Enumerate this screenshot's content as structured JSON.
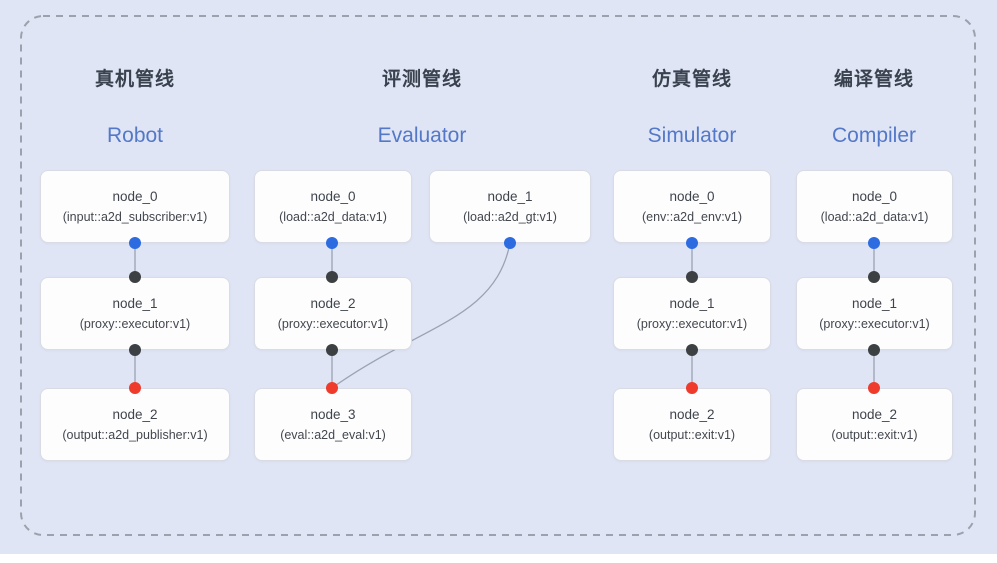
{
  "diagram": {
    "type": "pipeline-dag-diagram",
    "colors": {
      "background": "#dfe5f4",
      "node_background": "#fdfdfe",
      "node_border": "#d9dce5",
      "dashed_border": "#9ba2ad",
      "connector_line": "#9aa3b2",
      "dot_blue": "#2c6be0",
      "dot_black": "#3d4043",
      "dot_red": "#ee3b2c",
      "title_zh_color": "#3a424f",
      "title_en_color": "#5478c8",
      "node_text_color": "#3f444c"
    }
  },
  "pipelines": [
    {
      "id": "robot",
      "title_zh": "真机管线",
      "title_en": "Robot",
      "nodes": [
        {
          "name": "node_0",
          "detail": "(input::a2d_subscriber:v1)"
        },
        {
          "name": "node_1",
          "detail": "(proxy::executor:v1)"
        },
        {
          "name": "node_2",
          "detail": "(output::a2d_publisher:v1)"
        }
      ]
    },
    {
      "id": "evaluator",
      "title_zh": "评测管线",
      "title_en": "Evaluator",
      "nodes": [
        {
          "name": "node_0",
          "detail": "(load::a2d_data:v1)"
        },
        {
          "name": "node_1",
          "detail": "(load::a2d_gt:v1)"
        },
        {
          "name": "node_2",
          "detail": "(proxy::executor:v1)"
        },
        {
          "name": "node_3",
          "detail": "(eval::a2d_eval:v1)"
        }
      ]
    },
    {
      "id": "simulator",
      "title_zh": "仿真管线",
      "title_en": "Simulator",
      "nodes": [
        {
          "name": "node_0",
          "detail": "(env::a2d_env:v1)"
        },
        {
          "name": "node_1",
          "detail": "(proxy::executor:v1)"
        },
        {
          "name": "node_2",
          "detail": "(output::exit:v1)"
        }
      ]
    },
    {
      "id": "compiler",
      "title_zh": "编译管线",
      "title_en": "Compiler",
      "nodes": [
        {
          "name": "node_0",
          "detail": "(load::a2d_data:v1)"
        },
        {
          "name": "node_1",
          "detail": "(proxy::executor:v1)"
        },
        {
          "name": "node_2",
          "detail": "(output::exit:v1)"
        }
      ]
    }
  ]
}
